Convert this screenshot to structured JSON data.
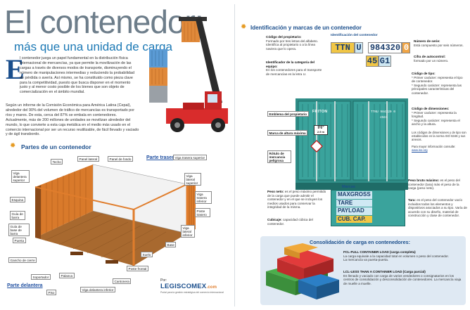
{
  "title": "El contenedor:",
  "subtitle": "más que una unidad de carga",
  "intro": {
    "dropcap": "E",
    "p1": "l contenedor juega un papel fundamental en la distribución física internacional de mercancías, ya que permite la movilización de las cargas a través de diversos modos de transporte, disminuyendo el número de manipulaciones intermedias y reduciendo la probabilidad de pérdida o avería. Así mismo, se ha constituido como pieza clave para la competitividad, puesto que busca disponer en el momento justo y al menor costo posible de los bienes que son objeto de comercialización en el ámbito mundial.",
    "p2": "Según un informe de la Comisión Económica para América Latina (Cepal), alrededor del 90% del volumen de tráfico de mercancías es transportado por ríos y mares. De esta, cerca del 87% se embala en contenedores. Actualmente, más de 200 millones de unidades se movilizan alrededor del mundo, lo que convierte a esta caja metálica en el medio más usado en el comercio internacional por ser un recurso reutilizable, de fácil llevado y vaciado y de ágil transbordo."
  },
  "parts": {
    "heading": "Partes de un contenedor",
    "rear_view": "Parte trasera",
    "front_view": "Parte delantera",
    "labels": {
      "techo": "Techo",
      "panel_lateral": "Panel lateral",
      "panel_fondo": "Panel de fondo",
      "viga_trasera_superior": "Viga trasera superior",
      "viga_delantera_superior": "Viga delantera superior",
      "esquina": "Esquina",
      "viga_lateral_superior": "Viga lateral superior",
      "guia_barra": "Guía de barra",
      "viga_trasera_inferior": "Viga trasera inferior",
      "guia_base_barra": "Guía de base de barra",
      "poste_trasero": "Poste trasero",
      "puerta": "Puerta",
      "viga_lateral_inferior": "Viga lateral inferior",
      "gancho_cierre": "Gancho de cierre",
      "base": "Base",
      "suelo": "Suelo",
      "soportador": "Soportador",
      "poste_frontal": "Poste frontal",
      "cantonera": "Cantonera",
      "palanca": "Palanca",
      "viga_delantera_inferior": "Viga delantera inferior",
      "piso": "Piso"
    }
  },
  "brand": {
    "by": "Por:",
    "name": "LEGISCOMEX",
    "suffix": ".com",
    "tagline": "Portal para la gestión estratégica del comercio internacional"
  },
  "ident": {
    "heading": "Identificación y marcas de un contenedor",
    "code_owner_title": "Código del propietario:",
    "code_owner_text": "Formado por tres letras del alfabeto. Identifica al propietario o a la línea naviera que lo opera.",
    "ident_title": "Identificación del contenedor",
    "category_title": "Identificador de la categoría del equipo:",
    "category_text": "En los contenedores para el transporte de mercancías es la letra U.",
    "serial_title": "Número de serie:",
    "serial_text": "Está compuesto por seis números.",
    "check_title": "Cifra de autocontrol:",
    "check_text": "formado por un número.",
    "box_owner": "TTN",
    "box_cat": "U",
    "box_serial": "984320",
    "box_check": "0",
    "box_size": "45",
    "box_type": "G1",
    "type_code_title": "Código de tipo:",
    "type_code_text1": "* Primer carácter: representa el tipo de contenedor.",
    "type_code_text2": "* Segundo carácter: representa las principales características del contenedor.",
    "dim_code_title": "Código de dimensiones:",
    "dim_code_text1": "* Primer carácter: representa la longitud.",
    "dim_code_text2": "* Segundo carácter: representa el ancho y la altura.",
    "iso_note": "Los códigos de dimensiones y de tipo son establecidos en la norma ISO 6346 y sus anexos.",
    "more_info": "Para mayor información consulte:",
    "more_link": "www.iso.org",
    "emblem": "Emblema del propietario",
    "height_mark": "Marca de altura máxima",
    "hazmat": "Rótulo de mercancía peligrosa",
    "brand_on_box": "FRITON",
    "door_code": "TTNU 984320 0",
    "door_type": "45G1",
    "height_value": "9'6\"",
    "height_metric": "2.9 m",
    "marks_title": "Marcas",
    "gross_label": "MAXGROSS",
    "tare_label": "TARE",
    "payload_label": "PAYLOAD",
    "cubcap_label": "CUB. CAP.",
    "net_title": "Peso neto:",
    "net_text": "es el peso máximo permitido de la carga que puede admitir el contenedor y en el que se incluyen los medios usados para conservar la integridad de la misma.",
    "gross_title": "Peso bruto máximo:",
    "gross_text": "es el peso del contenedor (tara) más el peso de la carga (peso neto).",
    "tare_title": "Tara:",
    "tare_text": "es el peso del contenedor vacío incluidos todos los elementos y dispositivos asociados a su tipo. Varía de acuerdo con su diseño, material de construcción y clase de contenedor.",
    "cub_title": "Cubicaje:",
    "cub_text": "capacidad cúbica del contenedor."
  },
  "consolidation": {
    "heading": "Consolidación de carga en contenedores:",
    "fcl_title": "FCL-FULL CONTAINER LOAD (carga completa)",
    "fcl_text1": "La carga equivale a la capacidad total en volumen o peso del contenedor.",
    "fcl_text2": "La mercancía va puerta-puerta.",
    "lcl_title": "LCL-LESS THAN A CONTAINER LOAD (Carga parcial)",
    "lcl_text": "Es llenado y vaciado con carga de varios vendedores o consignatarios en los centros de consolidación y desconsolidación de contenedores. La mercancía viaja de muelle a muelle."
  }
}
